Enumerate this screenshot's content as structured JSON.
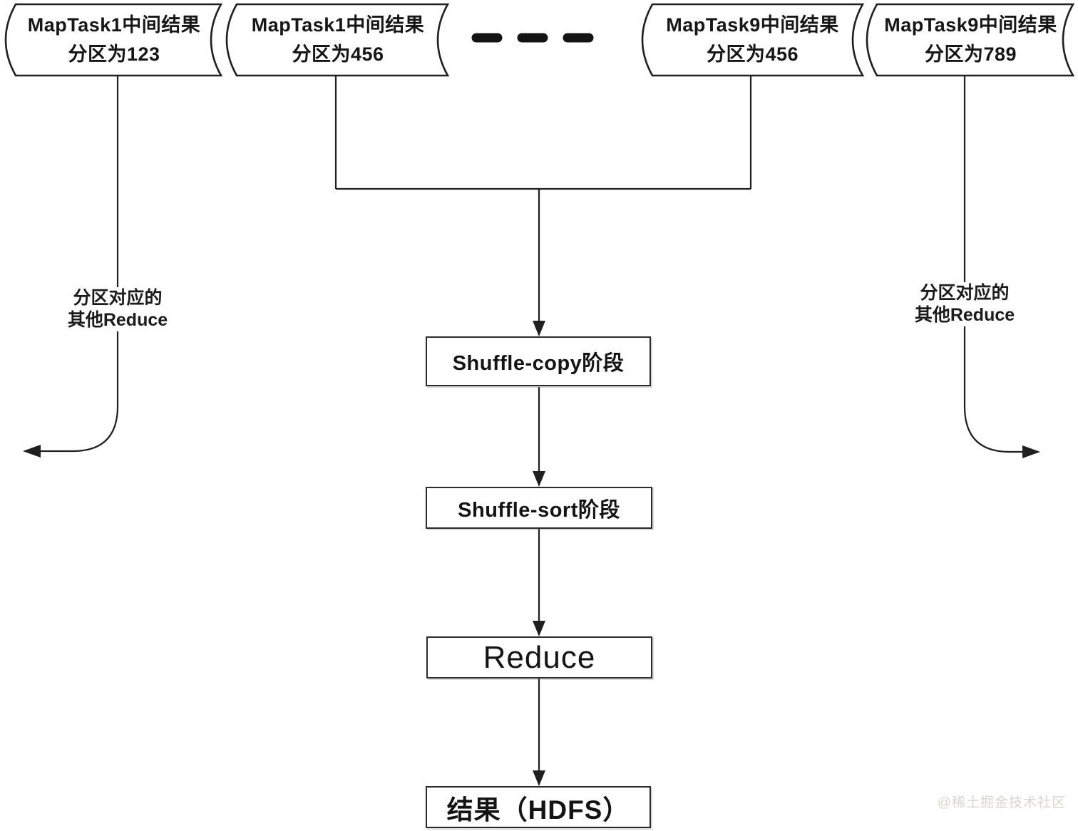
{
  "colors": {
    "ink": "#1f1f1f",
    "box_border": "#2b2b2b",
    "watermark_text": "#d9d5d0",
    "background": "#ffffff"
  },
  "map_outputs": [
    {
      "line1": "MapTask1中间结果",
      "line2": "分区为123"
    },
    {
      "line1": "MapTask1中间结果",
      "line2": "分区为456"
    },
    {
      "line1": "MapTask9中间结果",
      "line2": "分区为456"
    },
    {
      "line1": "MapTask9中间结果",
      "line2": "分区为789"
    }
  ],
  "side_labels": {
    "left": {
      "line1": "分区对应的",
      "line2": "其他Reduce"
    },
    "right": {
      "line1": "分区对应的",
      "line2": "其他Reduce"
    }
  },
  "stages": {
    "shuffle_copy": "Shuffle-copy阶段",
    "shuffle_sort": "Shuffle-sort阶段",
    "reduce": "Reduce",
    "result": "结果（HDFS）"
  },
  "watermark": "@稀土掘金技术社区"
}
